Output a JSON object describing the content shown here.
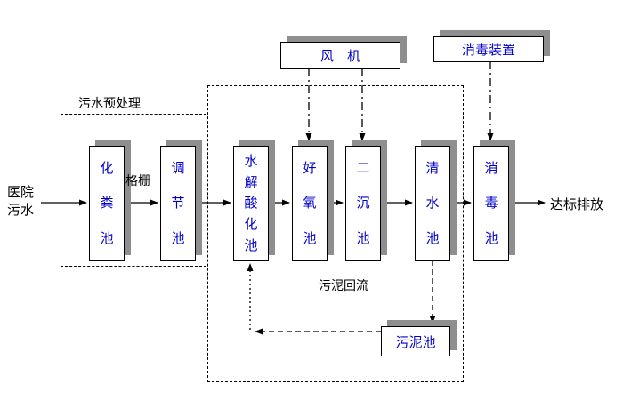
{
  "flow": {
    "influent_label": "医院污水",
    "effluent_label": "达标排放"
  },
  "groups": {
    "pretreatment_label": "污水预处理"
  },
  "annotations": {
    "grid_label": "格栅",
    "sludge_return_label": "污泥回流"
  },
  "equipment": {
    "fan_label": "风　机",
    "disinfection_device_label": "消毒装置"
  },
  "tanks": {
    "septic": "化粪池",
    "regulating": "调节池",
    "hydrolysis_acidification": "水解酸化池",
    "aerobic": "好氧池",
    "secondary_settling": "二沉池",
    "clear_water": "清水池",
    "disinfection": "消毒池",
    "sludge": "污泥池"
  },
  "colors": {
    "box_text": "#0000cc",
    "line": "#000000",
    "shadow": "#8e8e8e",
    "background": "#ffffff"
  }
}
